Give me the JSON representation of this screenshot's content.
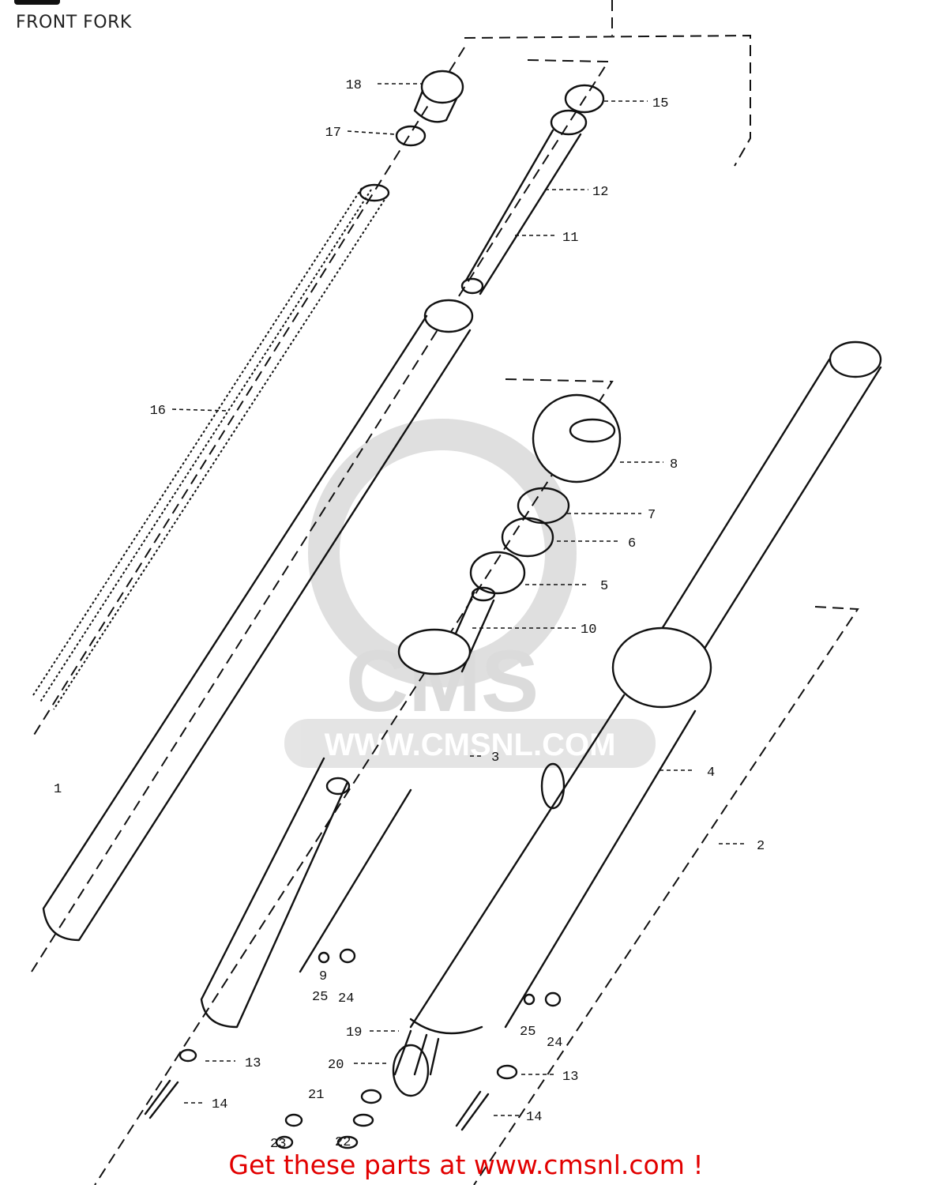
{
  "title": "FRONT FORK",
  "footer": {
    "text": "Get these parts at www.cmsnl.com !"
  },
  "watermark": {
    "url": "WWW.CMSNL.COM",
    "brand": "CMS"
  },
  "parts": [
    {
      "number": "1"
    },
    {
      "number": "2"
    },
    {
      "number": "3"
    },
    {
      "number": "4"
    },
    {
      "number": "5"
    },
    {
      "number": "6"
    },
    {
      "number": "7"
    },
    {
      "number": "8"
    },
    {
      "number": "9"
    },
    {
      "number": "10"
    },
    {
      "number": "11"
    },
    {
      "number": "12"
    },
    {
      "number": "13"
    },
    {
      "number": "14"
    },
    {
      "number": "15"
    },
    {
      "number": "16"
    },
    {
      "number": "17"
    },
    {
      "number": "18"
    },
    {
      "number": "19"
    },
    {
      "number": "20"
    },
    {
      "number": "21"
    },
    {
      "number": "22"
    },
    {
      "number": "23"
    },
    {
      "number": "24"
    },
    {
      "number": "25"
    }
  ],
  "colors": {
    "footer": "#e20000",
    "lines": "#111111",
    "watermark": "#d6d6d6"
  }
}
